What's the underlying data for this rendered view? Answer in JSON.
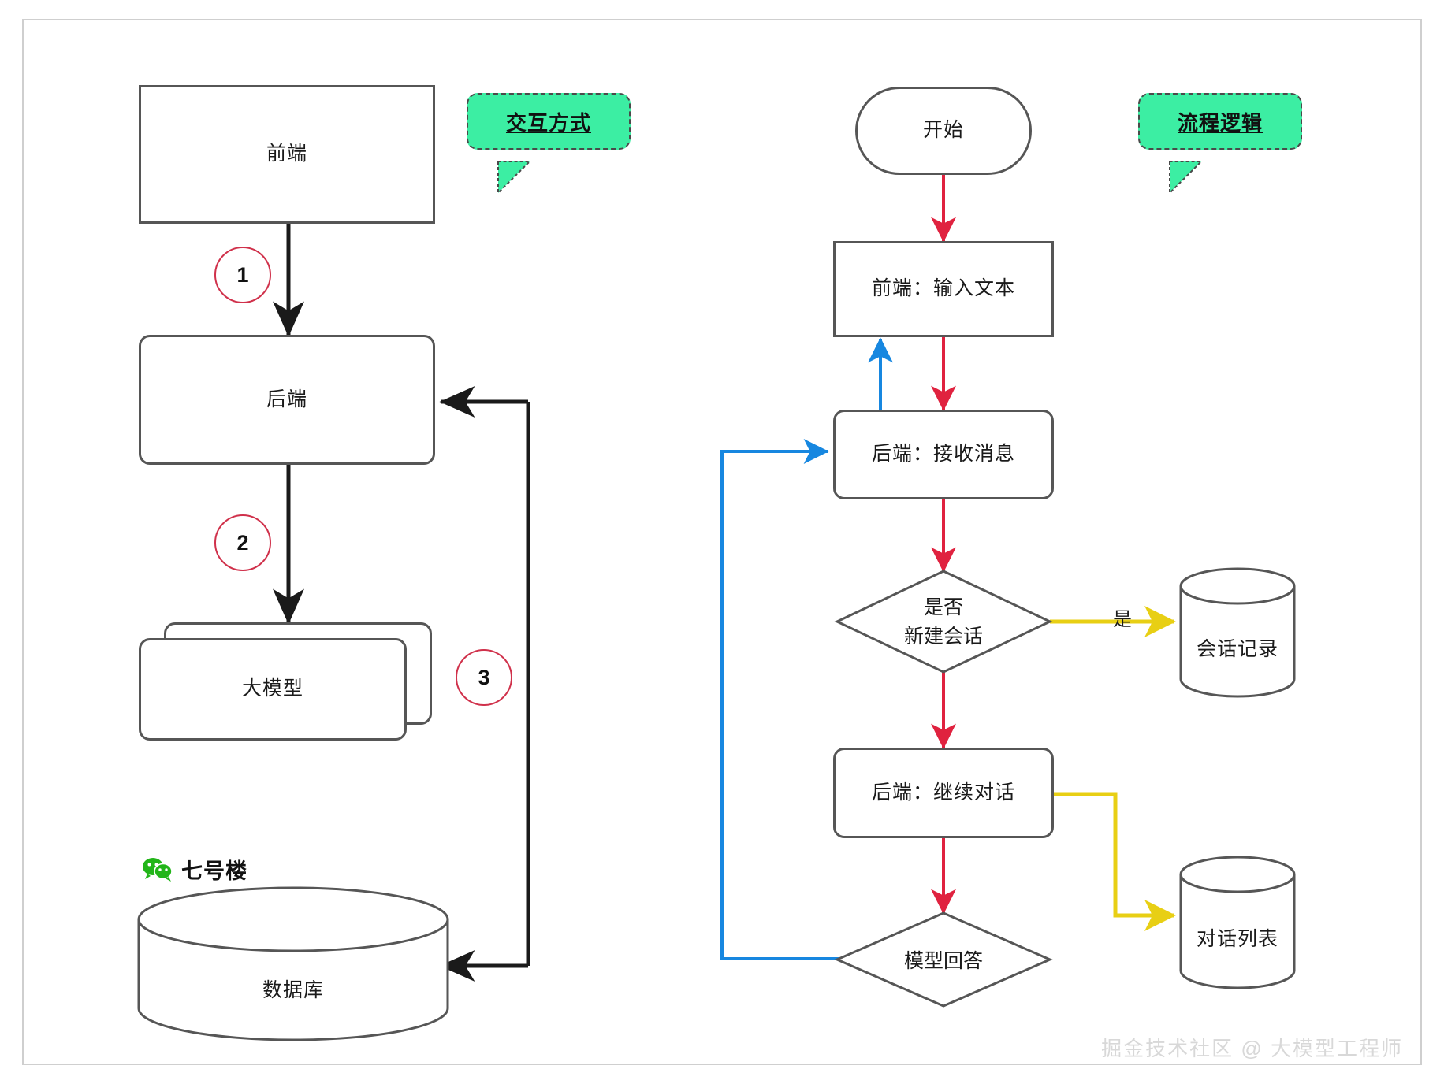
{
  "diagram": {
    "title": "chat-system-architecture-and-flow",
    "colors": {
      "node_stroke": "#565656",
      "callout_fill": "#3ceea3",
      "callout_border": "#4a4a4a",
      "arrow_black": "#1a1a1a",
      "arrow_red": "#e0223f",
      "arrow_blue": "#1787e0",
      "arrow_yellow": "#e8cf14",
      "circle_border": "#d0314b",
      "frame": "#cfcfcf",
      "wechat_green": "#22b519",
      "watermark": "#d8d8d8"
    }
  },
  "left_panel": {
    "callout": {
      "label": "交互方式"
    },
    "nodes": [
      {
        "id": "frontend",
        "label": "前端",
        "shape": "sharp"
      },
      {
        "id": "backend",
        "label": "后端",
        "shape": "rounded"
      },
      {
        "id": "llm",
        "label": "大模型",
        "shape": "rounded-stack"
      },
      {
        "id": "database",
        "label": "数据库",
        "shape": "cylinder"
      }
    ],
    "markers": [
      {
        "id": "marker-1",
        "label": "1"
      },
      {
        "id": "marker-2",
        "label": "2"
      },
      {
        "id": "marker-3",
        "label": "3"
      }
    ],
    "brand": {
      "name": "七号楼",
      "icon": "wechat-icon"
    }
  },
  "right_panel": {
    "callout": {
      "label": "流程逻辑"
    },
    "nodes": [
      {
        "id": "start",
        "label": "开始",
        "shape": "stadium"
      },
      {
        "id": "fe-input",
        "label": "前端：输入文本",
        "shape": "sharp"
      },
      {
        "id": "be-receive",
        "label": "后端：接收消息",
        "shape": "rounded"
      },
      {
        "id": "decide-new",
        "label": "是否\n新建会话",
        "shape": "diamond"
      },
      {
        "id": "be-continue",
        "label": "后端：继续对话",
        "shape": "rounded"
      },
      {
        "id": "model-answer",
        "label": "模型回答",
        "shape": "diamond"
      },
      {
        "id": "session-records",
        "label": "会话记录",
        "shape": "cylinder"
      },
      {
        "id": "dialog-list",
        "label": "对话列表",
        "shape": "cylinder"
      }
    ],
    "edge_labels": [
      {
        "id": "yes-label",
        "label": "是"
      }
    ]
  },
  "decision_lines": {
    "decide_new_line1": "是否",
    "decide_new_line2": "新建会话"
  },
  "watermark": {
    "text": "掘金技术社区 @ 大模型工程师"
  }
}
